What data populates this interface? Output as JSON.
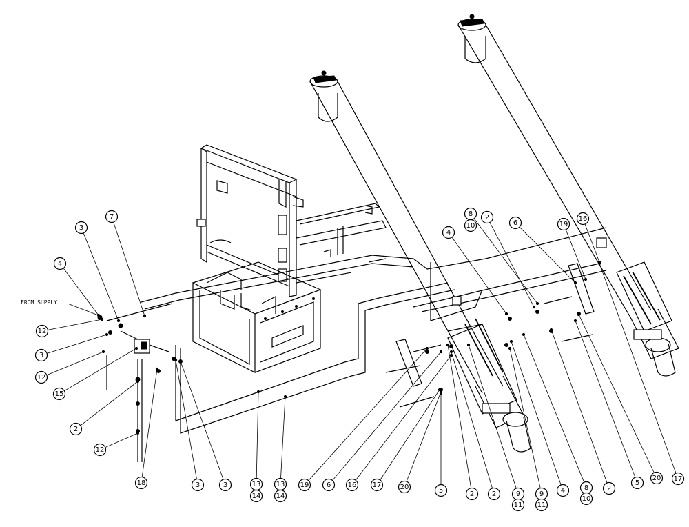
{
  "diagram": {
    "callout_text": "FROM SUPPLY",
    "balloons": [
      {
        "label": "4"
      },
      {
        "label": "3"
      },
      {
        "label": "7"
      },
      {
        "label": "12"
      },
      {
        "label": "3"
      },
      {
        "label": "12"
      },
      {
        "label": "15"
      },
      {
        "label": "2"
      },
      {
        "label": "12"
      },
      {
        "label": "18"
      },
      {
        "label": "3"
      },
      {
        "label": "3"
      },
      {
        "label": "13"
      },
      {
        "label": "14"
      },
      {
        "label": "13"
      },
      {
        "label": "14"
      },
      {
        "label": "19"
      },
      {
        "label": "6"
      },
      {
        "label": "16"
      },
      {
        "label": "17"
      },
      {
        "label": "20"
      },
      {
        "label": "5"
      },
      {
        "label": "2"
      },
      {
        "label": "2"
      },
      {
        "label": "9"
      },
      {
        "label": "11"
      },
      {
        "label": "9"
      },
      {
        "label": "11"
      },
      {
        "label": "4"
      },
      {
        "label": "8"
      },
      {
        "label": "10"
      },
      {
        "label": "2"
      },
      {
        "label": "5"
      },
      {
        "label": "20"
      },
      {
        "label": "17"
      },
      {
        "label": "4"
      },
      {
        "label": "8"
      },
      {
        "label": "10"
      },
      {
        "label": "2"
      },
      {
        "label": "6"
      },
      {
        "label": "19"
      },
      {
        "label": "16"
      }
    ]
  }
}
